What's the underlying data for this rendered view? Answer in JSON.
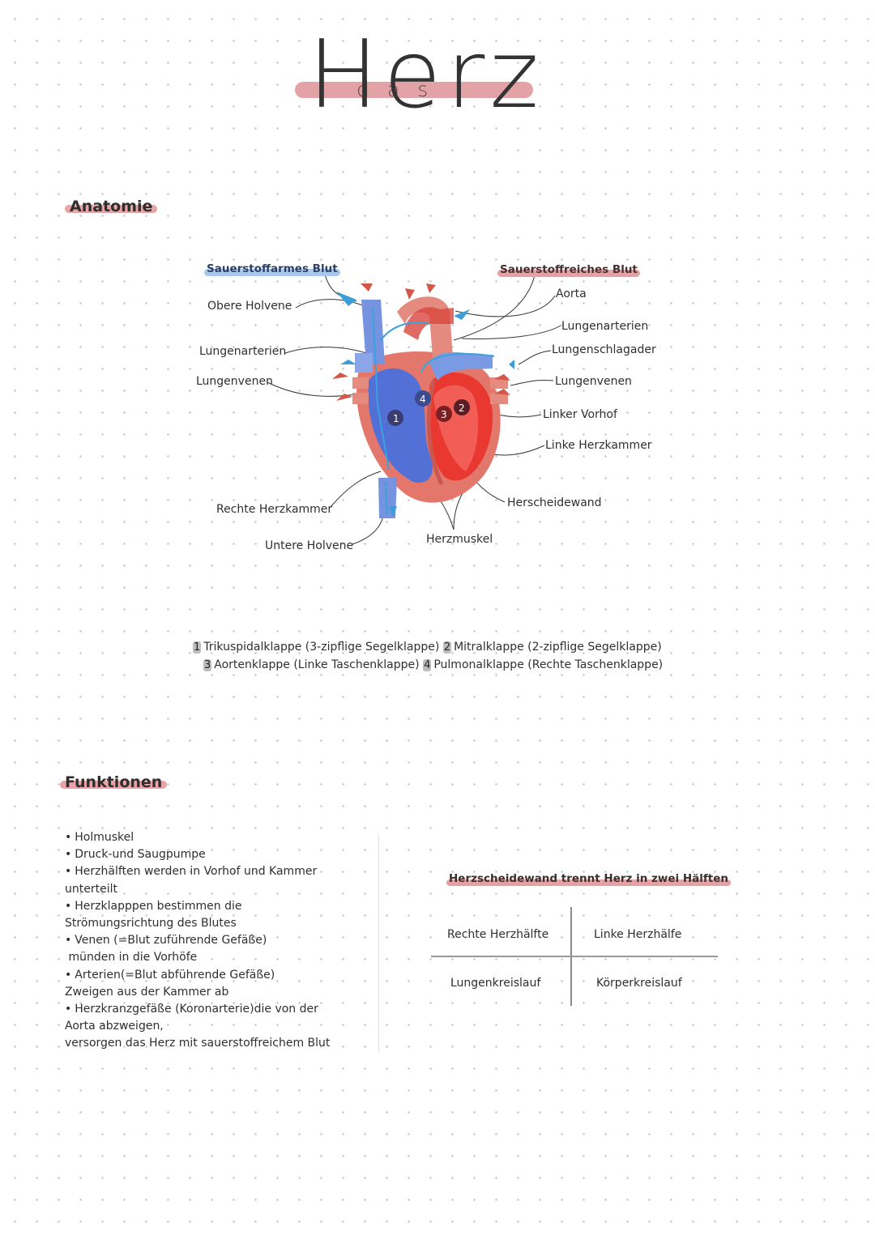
{
  "title": {
    "main": "Herz",
    "sub": "das"
  },
  "sections": {
    "anatomy": "Anatomie",
    "functions": "Funktionen"
  },
  "labels": {
    "oxygen_poor": "Sauerstoffarmes Blut",
    "oxygen_rich": "Sauerstoffreiches Blut",
    "upper_vena_cava": "Obere Holvene",
    "pulmonary_arteries_left": "Lungenarterien",
    "pulmonary_veins_left": "Lungenvenen",
    "right_ventricle": "Rechte Herzkammer",
    "lower_vena_cava": "Untere Holvene",
    "heart_muscle": "Herzmuskel",
    "aorta": "Aorta",
    "pulmonary_arteries_right": "Lungenarterien",
    "pulmonary_trunk": "Lungenschlagader",
    "pulmonary_veins_right": "Lungenvenen",
    "left_atrium": "Linker Vorhof",
    "left_ventricle": "Linke Herzkammer",
    "septum": "Herscheidewand"
  },
  "valve_markers": [
    "1",
    "2",
    "3",
    "4"
  ],
  "legend": {
    "num1": "1",
    "text1": "Trikuspidalklappe (3-zipflige Segelklappe)",
    "num2": "2",
    "text2": "Mitralklappe (2-zipflige Segelklappe)",
    "num3": "3",
    "text3": "Aortenklappe (Linke Taschenklappe)",
    "num4": "4",
    "text4": "Pulmonalklappe (Rechte Taschenklappe)"
  },
  "functions": [
    "Holmuskel",
    "Druck-und Saugpumpe",
    "Herzhälften werden in Vorhof und Kammer",
    "unterteilt",
    "Herzklapppen bestimmen die",
    "Strömungsrichtung des Blutes",
    "Venen (=Blut zuführende Gefäße)",
    " münden in die Vorhöfe",
    "Arterien(=Blut abführende Gefäße)",
    "Zweigen aus der Kammer ab",
    "Herzkranzgefäße (Koronarterie)die von der",
    "Aorta abzweigen,",
    "versorgen das Herz mit sauerstoffreichem Blut"
  ],
  "table": {
    "heading": "Herzscheidewand trennt Herz in zwei Hälften",
    "col1_header": "Rechte Herzhälfte",
    "col2_header": "Linke Herzhälfe",
    "col1_value": "Lungenkreislauf",
    "col2_value": "Körperkreislauf"
  },
  "colors": {
    "highlight_red": "#e6a0a3",
    "highlight_blue": "#a8c8ee",
    "blood_blue": "#5b7fd6",
    "blood_red": "#e8504a",
    "arrow_blue": "#3b9ed8",
    "arrow_red": "#d4584a"
  }
}
